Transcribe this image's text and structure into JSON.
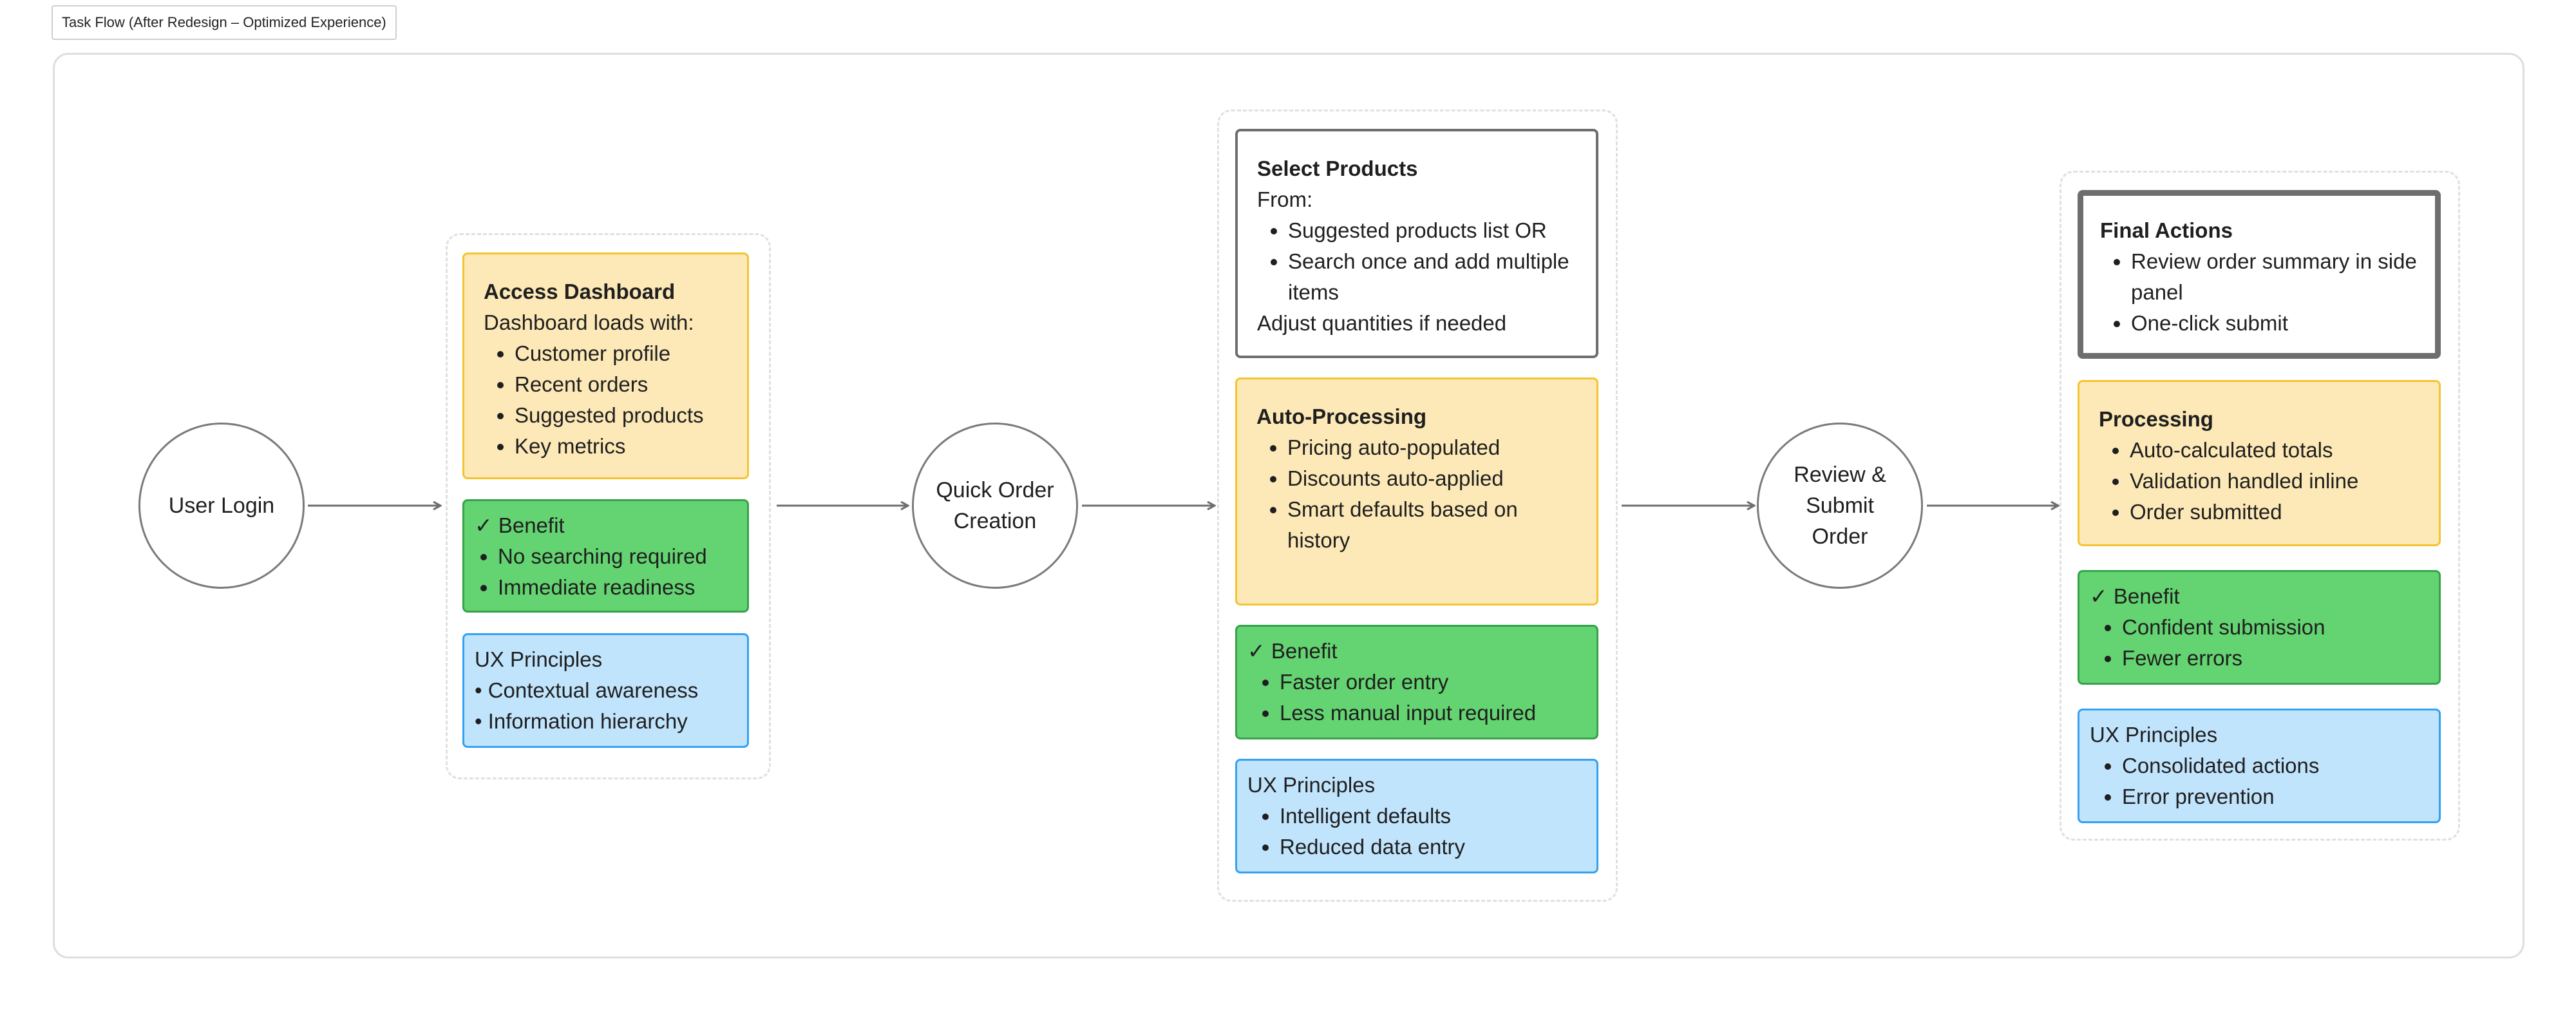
{
  "frame_label": "Task Flow (After Redesign – Optimized Experience)",
  "steps": [
    {
      "label": "User Login"
    },
    {
      "label": "Quick Order\nCreation"
    },
    {
      "label": "Review &\nSubmit\nOrder"
    }
  ],
  "dashboard": {
    "access": {
      "title": "Access Dashboard",
      "subtitle": "Dashboard loads with:",
      "items": [
        "Customer profile",
        "Recent orders",
        "Suggested products",
        "Key metrics"
      ]
    },
    "benefit": {
      "title": "Benefit",
      "items": [
        "No searching required",
        "Immediate readiness"
      ]
    },
    "ux": {
      "title": "UX Principles",
      "items": [
        "• Contextual awareness",
        "• Information hierarchy"
      ]
    }
  },
  "order": {
    "select": {
      "title": "Select Products",
      "subtitle": "From:",
      "items": [
        "Suggested products list OR",
        "Search once and add multiple items"
      ],
      "footer": "Adjust quantities if needed"
    },
    "auto": {
      "title": "Auto-Processing",
      "items": [
        "Pricing auto-populated",
        "Discounts auto-applied",
        "Smart defaults based on history"
      ]
    },
    "benefit": {
      "title": "Benefit",
      "items": [
        "Faster order entry",
        "Less manual input required"
      ]
    },
    "ux": {
      "title": "UX Principles",
      "items": [
        "Intelligent defaults",
        "Reduced data entry"
      ]
    }
  },
  "submit": {
    "final": {
      "title": "Final Actions",
      "items": [
        "Review order summary in side panel",
        "One-click submit"
      ]
    },
    "processing": {
      "title": "Processing",
      "items": [
        "Auto-calculated totals",
        "Validation handled inline",
        "Order submitted"
      ]
    },
    "benefit": {
      "title": "Benefit",
      "items": [
        "Confident submission",
        "Fewer errors"
      ]
    },
    "ux": {
      "title": "UX Principles",
      "items": [
        "Consolidated actions",
        "Error prevention"
      ]
    }
  },
  "colors": {
    "note_yellow": "#fde9b7",
    "note_green": "#64d371",
    "note_blue": "#c1e4fd",
    "connector": "#6e6e6e"
  },
  "icons": {
    "benefit": "check-icon"
  }
}
